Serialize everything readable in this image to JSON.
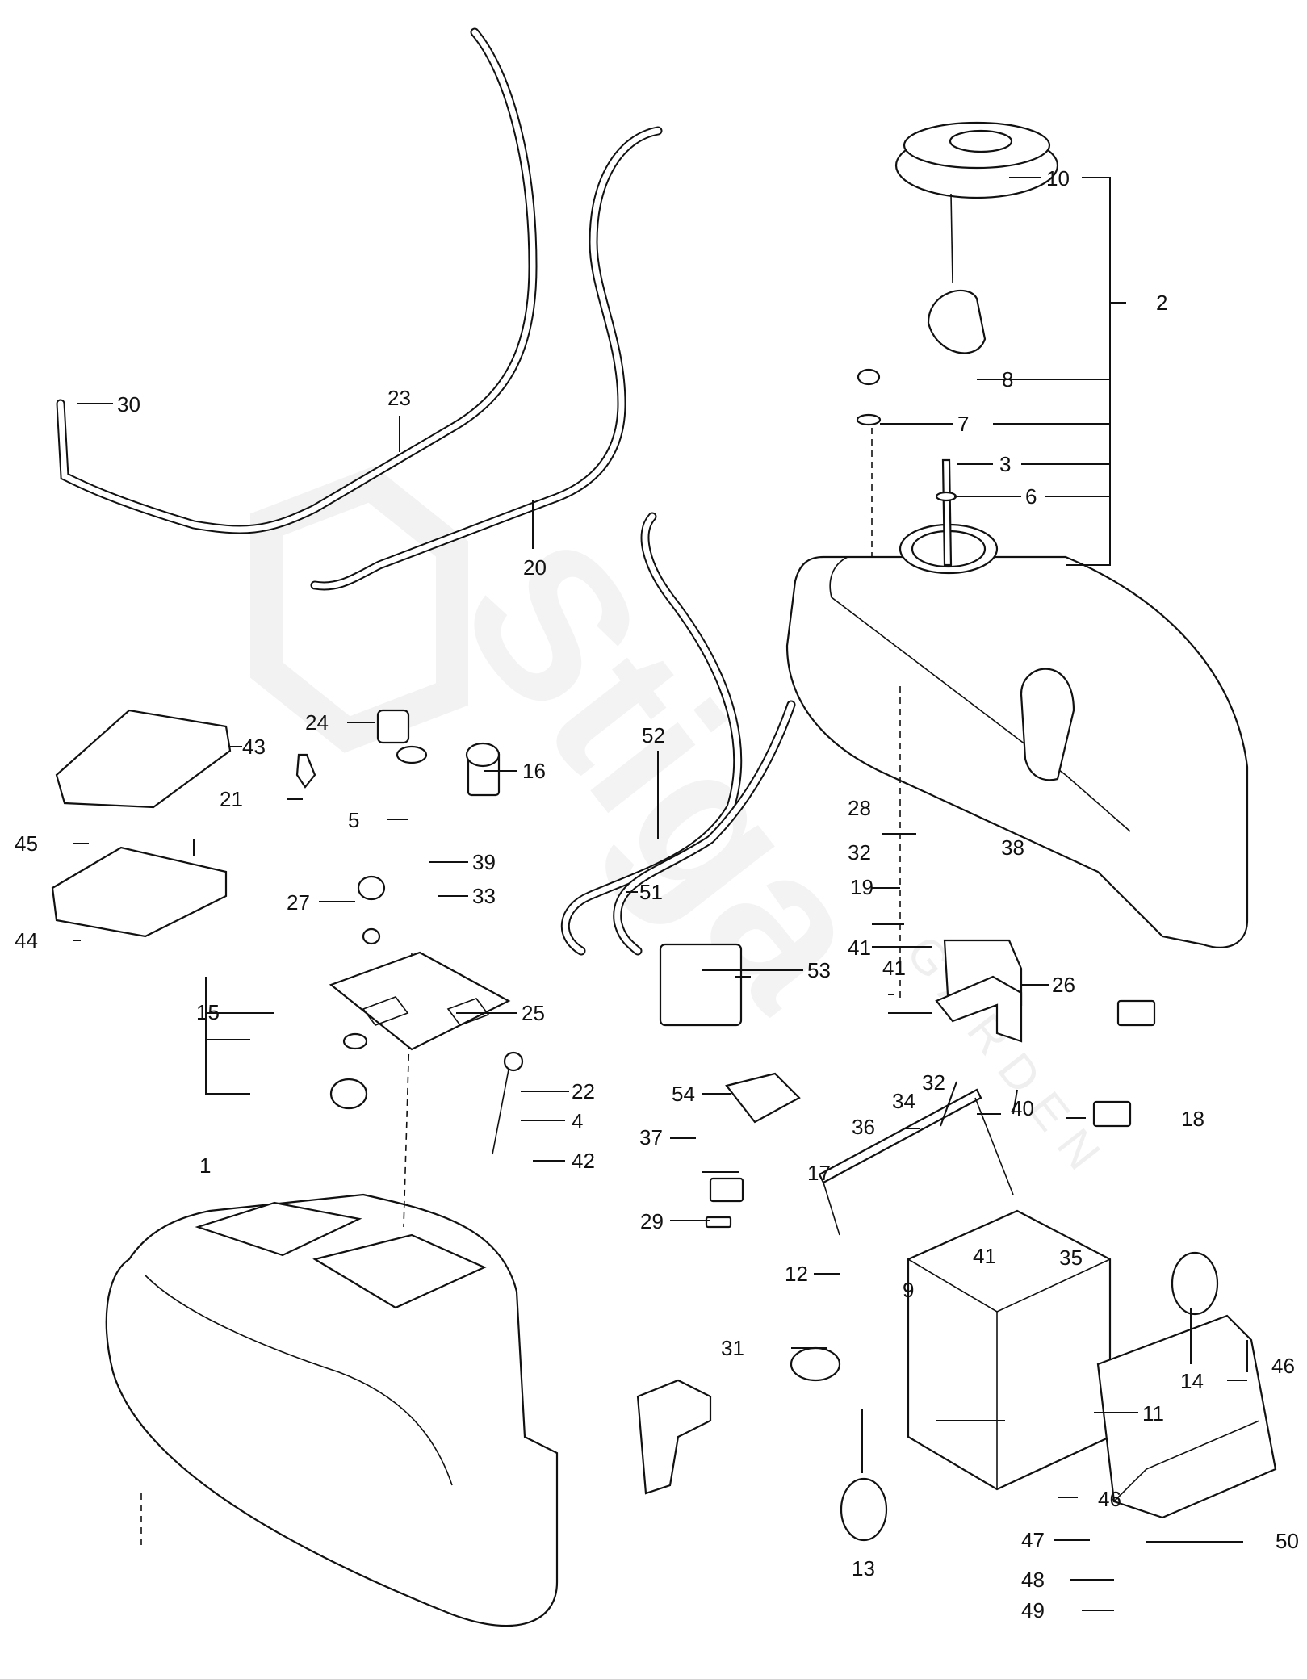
{
  "diagram": {
    "title": "Fuel tank, control panel and battery assembly",
    "watermark": {
      "brand": "Stiga",
      "sub": "GARDEN"
    },
    "callouts": [
      {
        "id": "1"
      },
      {
        "id": "2"
      },
      {
        "id": "3"
      },
      {
        "id": "4"
      },
      {
        "id": "5"
      },
      {
        "id": "6"
      },
      {
        "id": "7"
      },
      {
        "id": "8"
      },
      {
        "id": "9"
      },
      {
        "id": "10"
      },
      {
        "id": "11"
      },
      {
        "id": "12"
      },
      {
        "id": "13"
      },
      {
        "id": "14"
      },
      {
        "id": "15"
      },
      {
        "id": "16"
      },
      {
        "id": "17"
      },
      {
        "id": "18"
      },
      {
        "id": "19"
      },
      {
        "id": "20"
      },
      {
        "id": "21"
      },
      {
        "id": "22"
      },
      {
        "id": "23"
      },
      {
        "id": "24"
      },
      {
        "id": "25"
      },
      {
        "id": "26"
      },
      {
        "id": "27"
      },
      {
        "id": "28"
      },
      {
        "id": "29"
      },
      {
        "id": "30"
      },
      {
        "id": "31"
      },
      {
        "id": "32"
      },
      {
        "id": "32"
      },
      {
        "id": "33"
      },
      {
        "id": "34"
      },
      {
        "id": "35"
      },
      {
        "id": "36"
      },
      {
        "id": "37"
      },
      {
        "id": "38"
      },
      {
        "id": "39"
      },
      {
        "id": "40"
      },
      {
        "id": "41"
      },
      {
        "id": "41"
      },
      {
        "id": "41"
      },
      {
        "id": "42"
      },
      {
        "id": "43"
      },
      {
        "id": "44"
      },
      {
        "id": "45"
      },
      {
        "id": "46"
      },
      {
        "id": "46"
      },
      {
        "id": "47"
      },
      {
        "id": "48"
      },
      {
        "id": "49"
      },
      {
        "id": "50"
      },
      {
        "id": "51"
      },
      {
        "id": "52"
      },
      {
        "id": "53"
      },
      {
        "id": "54"
      }
    ]
  }
}
